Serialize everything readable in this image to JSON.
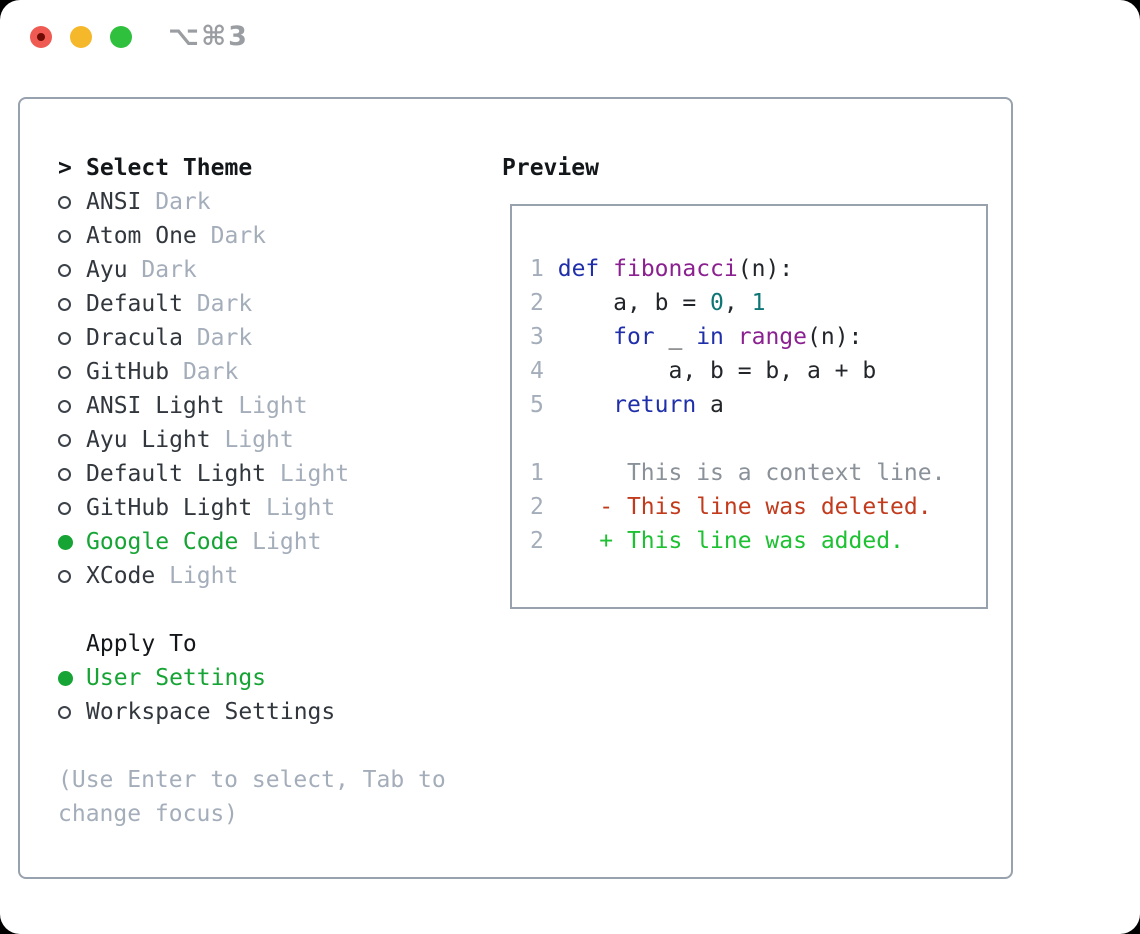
{
  "titlebar": {
    "shortcut": "⌥⌘3"
  },
  "colors": {
    "accent-green": "#16a434",
    "text-dark": "#32373e",
    "text-black": "#14171a",
    "muted": "#a4adba",
    "border": "#98a1ae",
    "kw": "#1f2faa",
    "fn": "#8b2190",
    "lit": "#0e7575",
    "plain": "#222529",
    "lnum": "#a4adba",
    "ctx": "#8a9199",
    "del": "#c23b1d",
    "add": "#1dc132",
    "tl-red": "#ef5a52",
    "tl-red-dot": "#6d0b04",
    "tl-yellow": "#f5b82b",
    "tl-green": "#2fc13e",
    "shortcut-gray": "#9a9da1"
  },
  "panel": {
    "prompt": ">",
    "title": "Select Theme",
    "themes": [
      {
        "name": "ANSI",
        "variant": "Dark",
        "selected": false
      },
      {
        "name": "Atom One",
        "variant": "Dark",
        "selected": false
      },
      {
        "name": "Ayu",
        "variant": "Dark",
        "selected": false
      },
      {
        "name": "Default",
        "variant": "Dark",
        "selected": false
      },
      {
        "name": "Dracula",
        "variant": "Dark",
        "selected": false
      },
      {
        "name": "GitHub",
        "variant": "Dark",
        "selected": false
      },
      {
        "name": "ANSI Light",
        "variant": "Light",
        "selected": false
      },
      {
        "name": "Ayu Light",
        "variant": "Light",
        "selected": false
      },
      {
        "name": "Default Light",
        "variant": "Light",
        "selected": false
      },
      {
        "name": "GitHub Light",
        "variant": "Light",
        "selected": false
      },
      {
        "name": "Google Code",
        "variant": "Light",
        "selected": true
      },
      {
        "name": "XCode",
        "variant": "Light",
        "selected": false
      }
    ],
    "apply_to": {
      "title": "Apply To",
      "options": [
        {
          "label": "User Settings",
          "selected": true
        },
        {
          "label": "Workspace Settings",
          "selected": false
        }
      ]
    },
    "hint": "(Use Enter to select, Tab to change focus)"
  },
  "preview": {
    "title": "Preview",
    "code_lines": [
      {
        "num": "1",
        "tokens": [
          {
            "t": "def",
            "c": "kw"
          },
          {
            "t": " ",
            "c": "pl"
          },
          {
            "t": "fibonacci",
            "c": "fn"
          },
          {
            "t": "(n):",
            "c": "pl"
          }
        ]
      },
      {
        "num": "2",
        "tokens": [
          {
            "t": "    a, b = ",
            "c": "pl"
          },
          {
            "t": "0",
            "c": "lit"
          },
          {
            "t": ", ",
            "c": "pl"
          },
          {
            "t": "1",
            "c": "lit"
          }
        ]
      },
      {
        "num": "3",
        "tokens": [
          {
            "t": "    ",
            "c": "pl"
          },
          {
            "t": "for",
            "c": "kw"
          },
          {
            "t": " _ ",
            "c": "pl"
          },
          {
            "t": "in",
            "c": "kw"
          },
          {
            "t": " ",
            "c": "pl"
          },
          {
            "t": "range",
            "c": "fn"
          },
          {
            "t": "(n):",
            "c": "pl"
          }
        ]
      },
      {
        "num": "4",
        "tokens": [
          {
            "t": "        a, b = b, a + b",
            "c": "pl"
          }
        ]
      },
      {
        "num": "5",
        "tokens": [
          {
            "t": "    ",
            "c": "pl"
          },
          {
            "t": "return",
            "c": "kw"
          },
          {
            "t": " a",
            "c": "pl"
          }
        ]
      }
    ],
    "diff_lines": [
      {
        "num": "1",
        "tokens": [
          {
            "t": "     This is a context line.",
            "c": "ctx"
          }
        ]
      },
      {
        "num": "2",
        "tokens": [
          {
            "t": "   ",
            "c": "pl"
          },
          {
            "t": "- This line was deleted.",
            "c": "del"
          }
        ]
      },
      {
        "num": "2",
        "tokens": [
          {
            "t": "   ",
            "c": "pl"
          },
          {
            "t": "+ This line was added.",
            "c": "add"
          }
        ]
      }
    ]
  }
}
